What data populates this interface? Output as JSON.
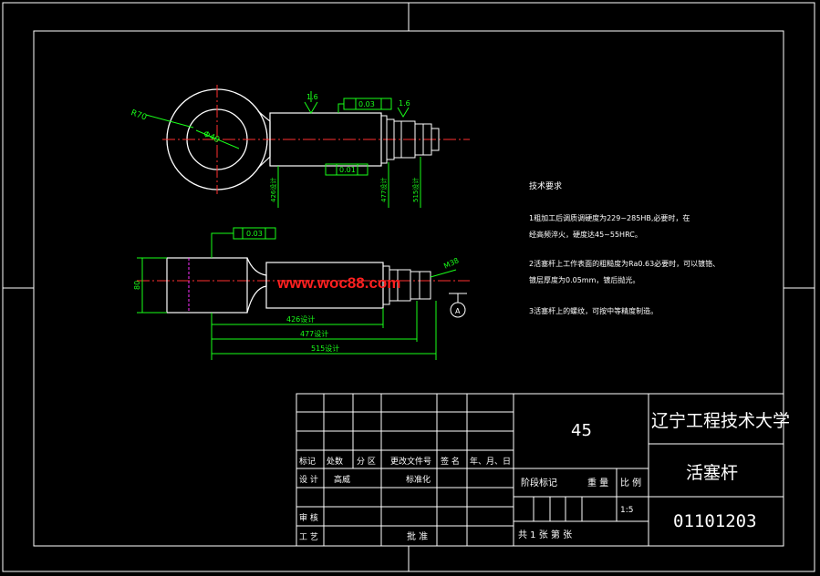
{
  "drawing": {
    "title_block": {
      "material": "45",
      "university": "辽宁工程技术大学",
      "part_name": "活塞杆",
      "drawing_number": "01101203",
      "scale": "1:5",
      "header_labels": [
        "标记",
        "处数",
        "分 区",
        "更改文件号",
        "签 名",
        "年、月、日"
      ],
      "row_design": "设 计",
      "row_design_name": "高威",
      "row_standard": "标准化",
      "row_stage": "阶段标记",
      "row_weight": "重 量",
      "row_ratio": "比 例",
      "row_review": "审 核",
      "row_process": "工 艺",
      "row_approve": "批 准",
      "sheet_text": "共 1 张 第   张"
    },
    "tech_requirements": {
      "title": "技术要求",
      "line1": "1粗加工后调质调硬度为229~285HB,必要时，在",
      "line2": "经高频淬火，硬度达45~55HRC。",
      "line3": "2活塞杆上工作表面的粗糙度为Ra0.63必要时，可以镀铬、",
      "line4": "镀层厚度为0.05mm，镀后抛光。",
      "line5": "3活塞杆上的螺纹，可按中等精度制造。"
    },
    "watermark": "www.woc88.com",
    "dimensions": {
      "d1": "426",
      "d2": "477",
      "d3": "515",
      "d1_note": "426设计",
      "d2_note": "477设计",
      "d3_note": "515设计",
      "height": "80",
      "radius": "R70",
      "bore": "Φ40",
      "tol1": "0.03",
      "tol2": "0.01",
      "tol3": "0.03",
      "rough": "1.6",
      "rough2": "1.6",
      "thread": "M38"
    }
  }
}
